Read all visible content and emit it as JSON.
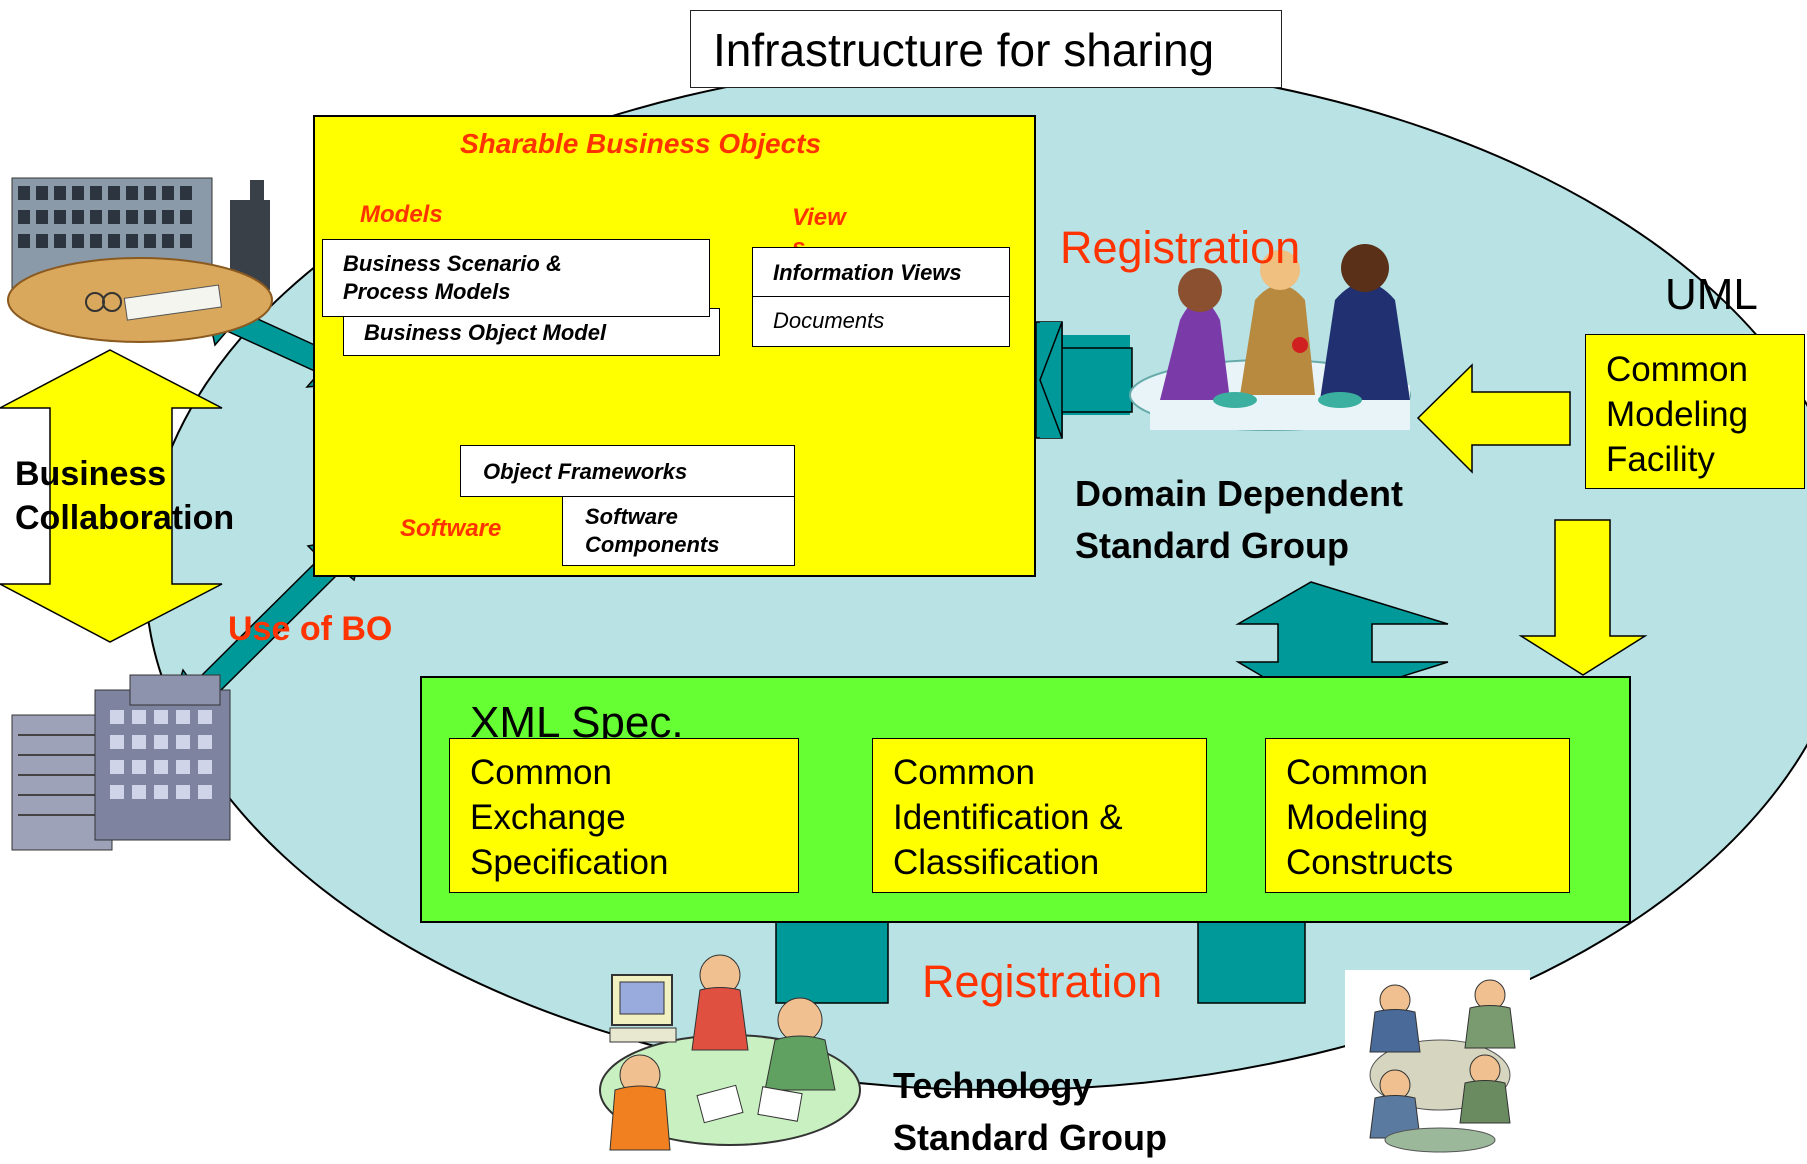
{
  "diagram": {
    "title": "Infrastructure for sharing",
    "sharable_bo": {
      "title": "Sharable Business Objects",
      "models_label": "Models",
      "views_label": "View\ns",
      "software_label": "Software",
      "business_scenario": "Business Scenario &\nProcess Models",
      "business_object_model": "Business Object Model",
      "information_views": "Information Views",
      "documents": "Documents",
      "object_frameworks": "Object Frameworks",
      "software_components": "Software\nComponents"
    },
    "registration_top": "Registration",
    "registration_bottom": "Registration",
    "uml": "UML",
    "common_modeling_facility": "Common\nModeling\nFacility",
    "domain_group": "Domain Dependent\nStandard Group",
    "technology_group": "Technology\nStandard Group",
    "business_collaboration": "Business\nCollaboration",
    "use_of_bo": "Use of BO",
    "xml_spec": {
      "title": "XML Spec.",
      "boxes": [
        "Common\nExchange\nSpecification",
        "Common\nIdentification &\nClassification",
        "Common\nModeling\nConstructs"
      ]
    },
    "colors": {
      "ellipse": "#b8e2e4",
      "teal_arrow": "#009999",
      "yellow": "#ffff00",
      "green": "#66ff33",
      "red_text": "#ff3300"
    }
  }
}
